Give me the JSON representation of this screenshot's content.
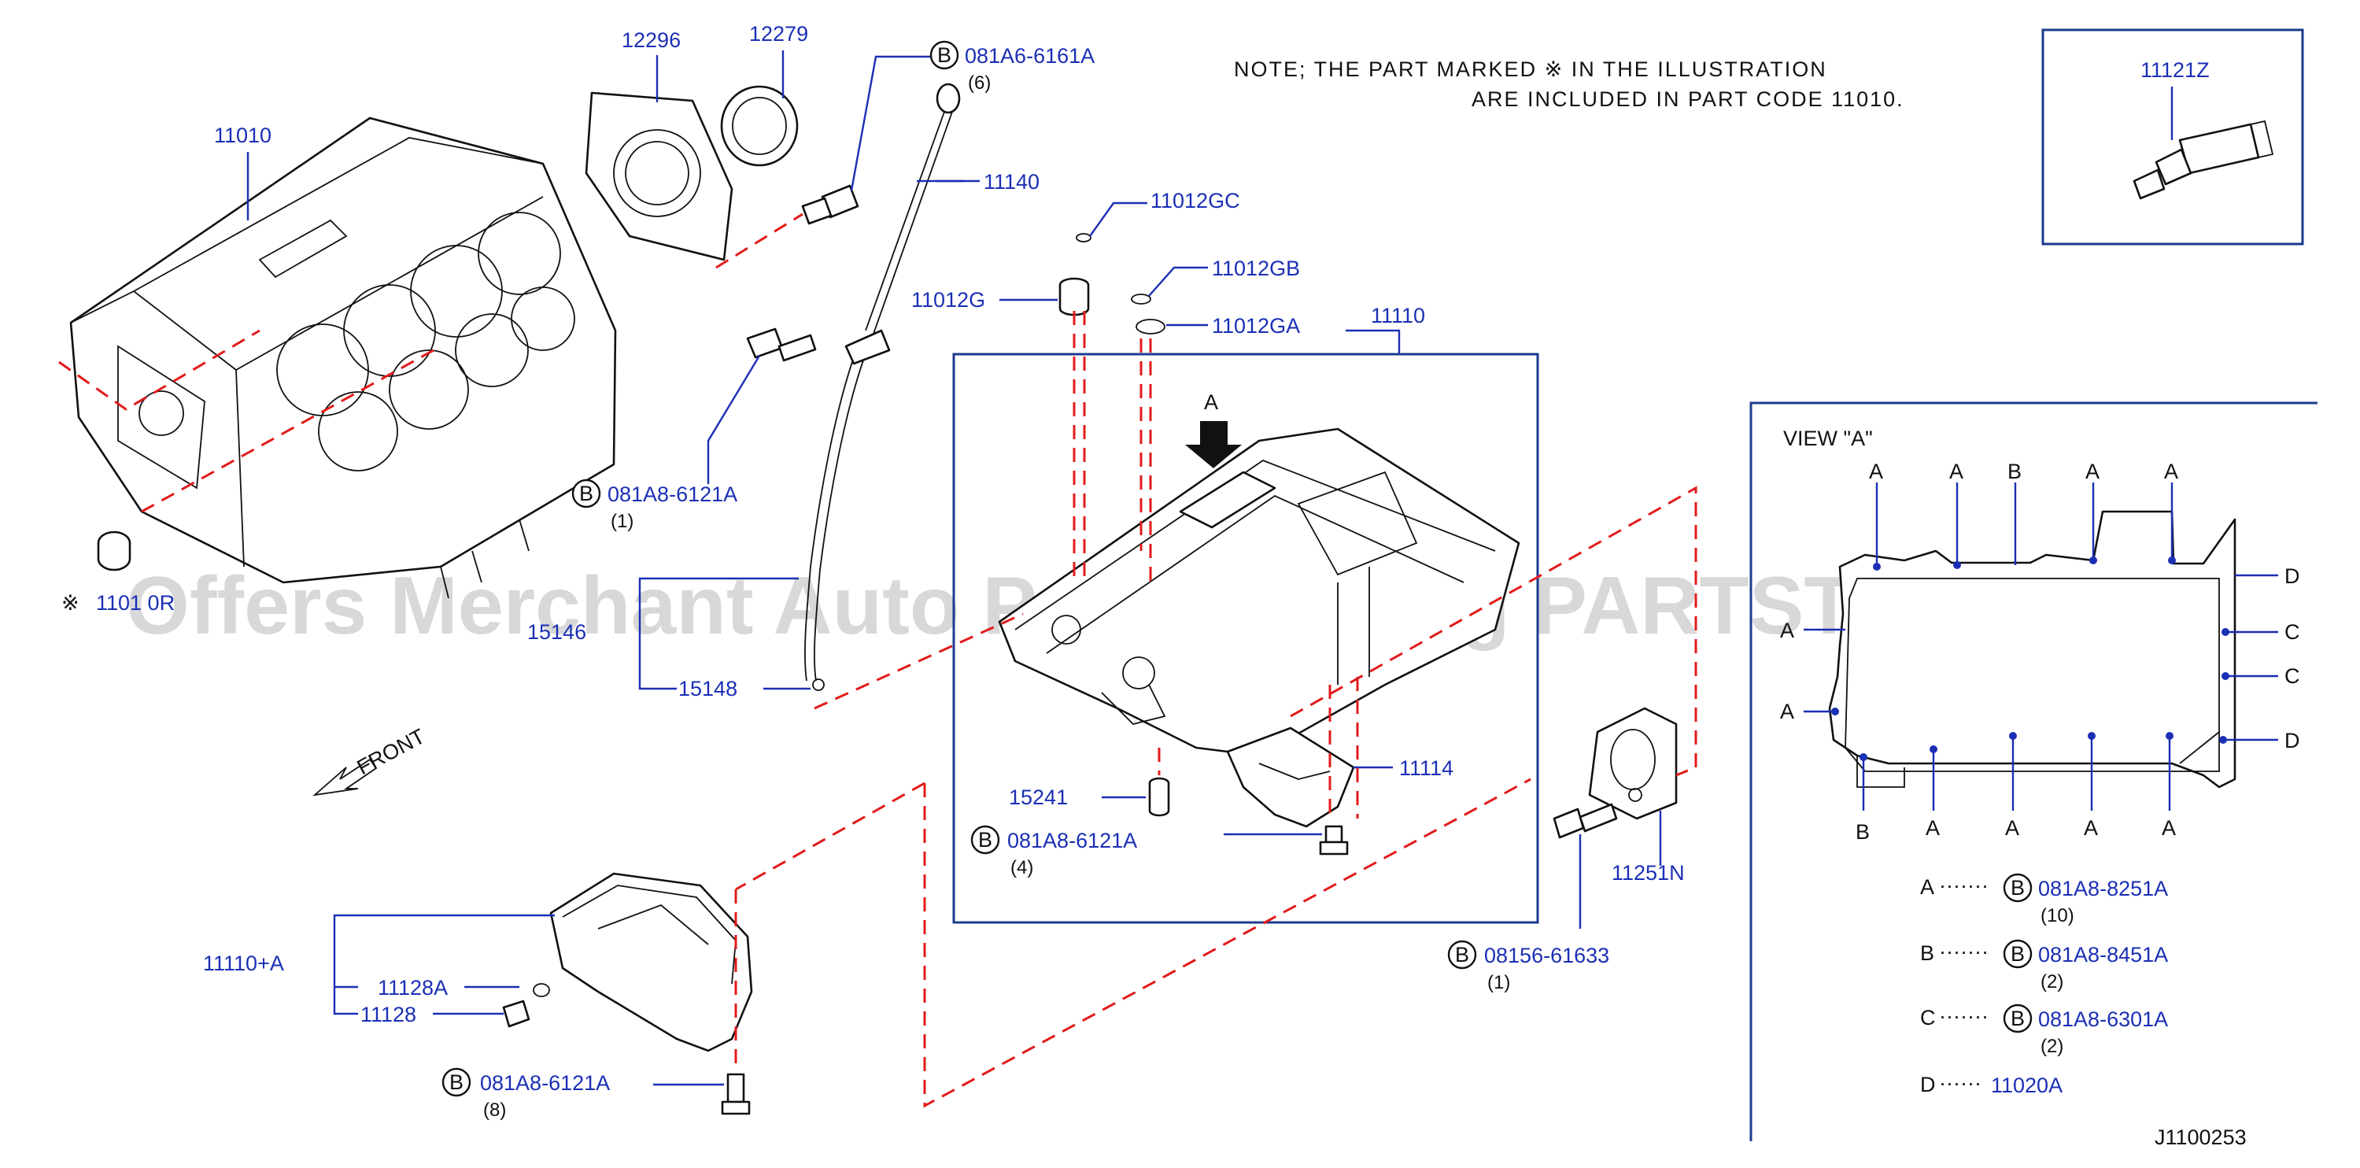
{
  "note": {
    "line1": "NOTE;  THE  PART  MARKED     ※  IN  THE  ILLUSTRATION",
    "line2": "ARE  INCLUDED  IN  PART  CODE  11010."
  },
  "inset_part": "11121Z",
  "view_title": "VIEW  \"A\"",
  "watermark": "Offers Merchant Auto Parts Catalog PARTSTORE.SA",
  "diagram_code": "J1100253",
  "front_label": "FRONT",
  "bolt_circle": "B",
  "kome_mark": "※",
  "view_marker": "A",
  "parts": {
    "p12296": "12296",
    "p12279": "12279",
    "p11010": "11010",
    "p11140": "11140",
    "p11012GC": "11012GC",
    "p11012G": "11012G",
    "p11012GB": "11012GB",
    "p11012GA": "11012GA",
    "p11110": "11110",
    "p11010R": "1101 0R",
    "p15146": "15146",
    "p15148": "15148",
    "p15241": "15241",
    "p11114": "11114",
    "p11251N": "11251N",
    "p11110A": "11110+A",
    "p11128A": "11128A",
    "p11128": "11128"
  },
  "bolts": {
    "b1": {
      "code": "081A6-6161A",
      "qty": "(6)"
    },
    "b2": {
      "code": "081A8-6121A",
      "qty": "(1)"
    },
    "b3": {
      "code": "081A8-6121A",
      "qty": "(4)"
    },
    "b4": {
      "code": "08156-61633",
      "qty": "(1)"
    },
    "b5": {
      "code": "081A8-6121A",
      "qty": "(8)"
    }
  },
  "view_a_points": {
    "top": [
      "A",
      "A",
      "B",
      "A",
      "A"
    ],
    "left": [
      "A",
      "A"
    ],
    "right": [
      "D",
      "C",
      "C",
      "D"
    ],
    "bottom": [
      "B",
      "A",
      "A",
      "A",
      "A"
    ]
  },
  "legend": [
    {
      "letter": "A",
      "dots": "·······",
      "code": "081A8-8251A",
      "qty": "(10)"
    },
    {
      "letter": "B",
      "dots": "·······",
      "code": "081A8-8451A",
      "qty": "(2)"
    },
    {
      "letter": "C",
      "dots": "·······",
      "code": "081A8-6301A",
      "qty": "(2)"
    },
    {
      "letter": "D",
      "dots": "······",
      "code": "11020A",
      "qty": ""
    }
  ]
}
